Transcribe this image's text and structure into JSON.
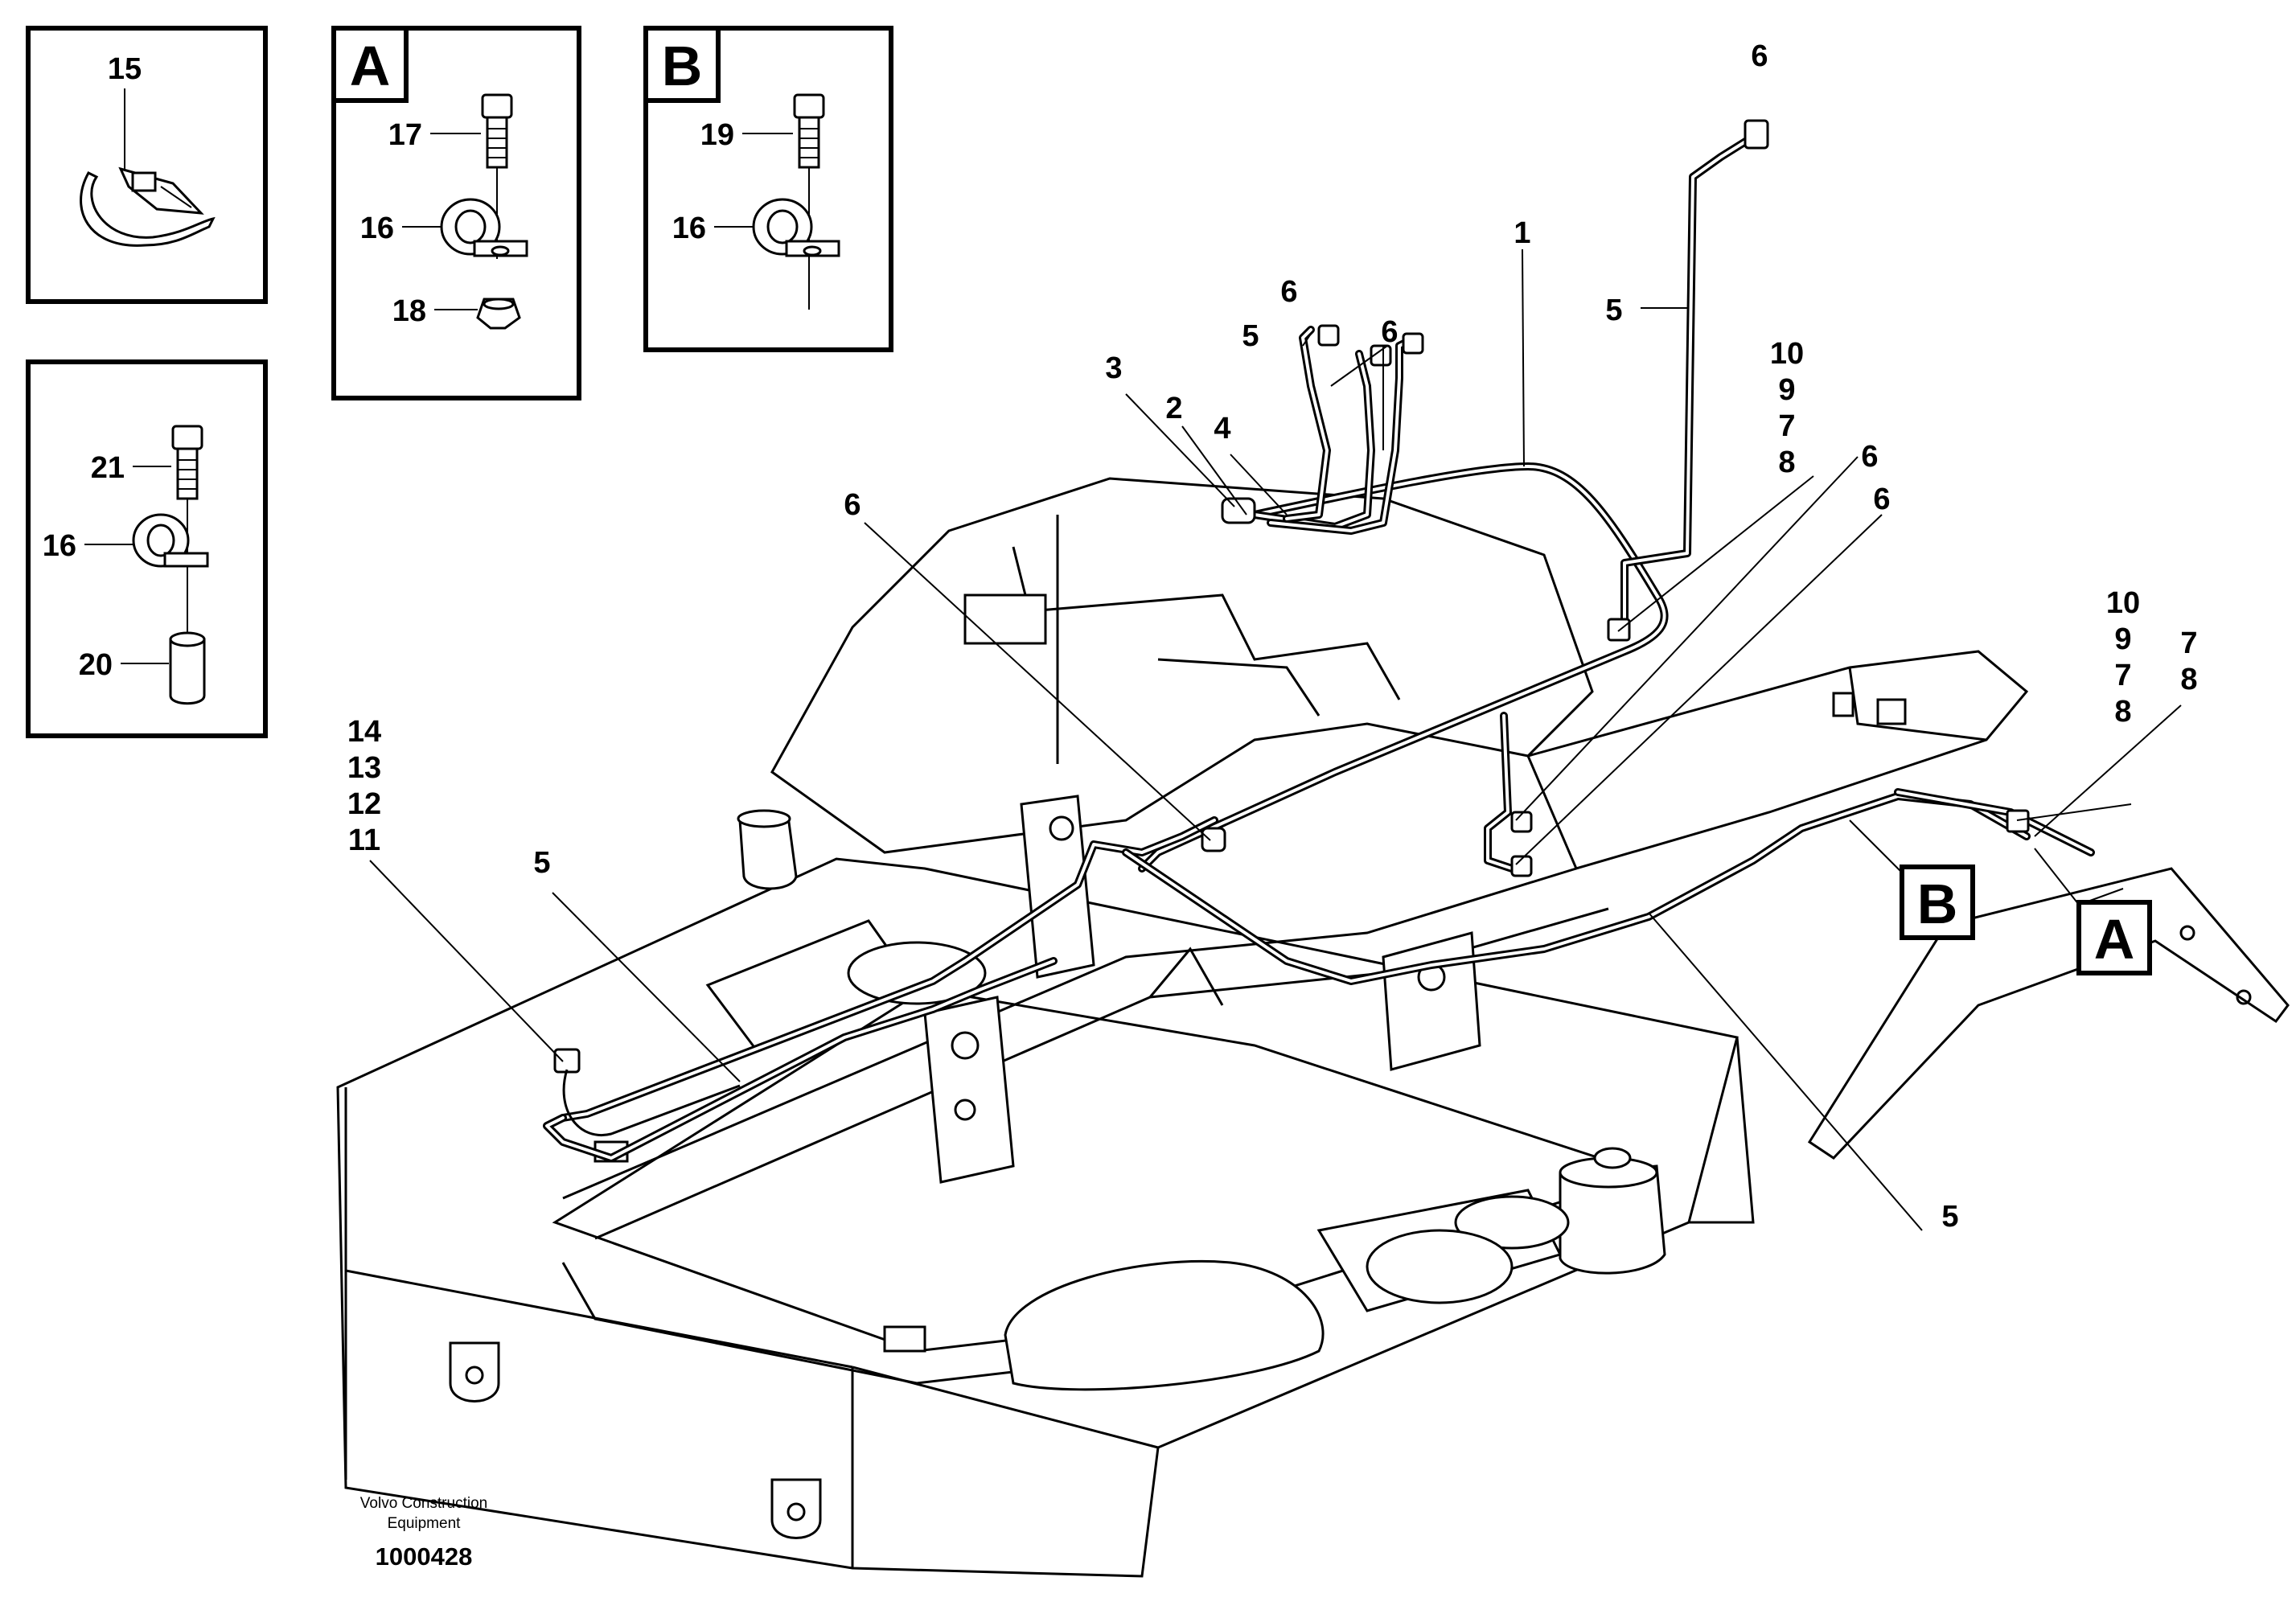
{
  "detail_boxes": {
    "clamp": {
      "labels": [
        "15"
      ]
    },
    "A": {
      "letter": "A",
      "labels": [
        "17",
        "16",
        "18"
      ]
    },
    "B": {
      "letter": "B",
      "labels": [
        "19",
        "16"
      ]
    },
    "spacer": {
      "labels": [
        "21",
        "16",
        "20"
      ]
    }
  },
  "callouts": {
    "c1": "1",
    "c2": "2",
    "c3": "3",
    "c4": "4",
    "c5_top": "5",
    "c5_right_top": "5",
    "c5_left": "5",
    "c5_bottom": "5",
    "c6_top": "6",
    "c6_a": "6",
    "c6_b": "6",
    "c6_right1": "6",
    "c6_right2": "6",
    "c6_left": "6",
    "stack_top": [
      "10",
      "9",
      "7",
      "8"
    ],
    "stack_right": [
      "10",
      "9",
      "7",
      "8"
    ],
    "stack_right2": [
      "7",
      "8"
    ],
    "stack_left": [
      "14",
      "13",
      "12",
      "11"
    ]
  },
  "reference_tags": {
    "B": "B",
    "A": "A"
  },
  "footer": {
    "brand_line1": "Volvo Construction",
    "brand_line2": "Equipment",
    "drawing_number": "1000428"
  }
}
